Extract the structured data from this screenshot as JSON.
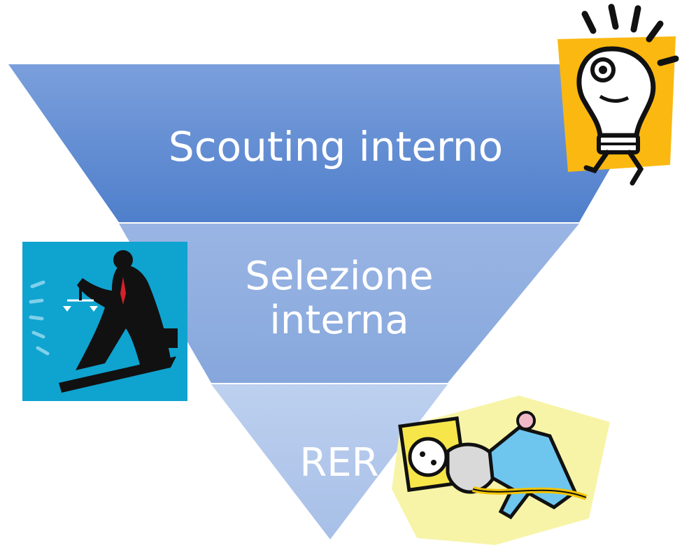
{
  "diagram": {
    "levels": [
      {
        "label": "Scouting interno",
        "color": "#5b86cf"
      },
      {
        "label": "Selezione interna",
        "line1": "Selezione",
        "line2": "interna",
        "color": "#8cabdf"
      },
      {
        "label": "RER",
        "color": "#b6c9ea"
      }
    ]
  },
  "clipart": {
    "lightbulb": "lightbulb-character-icon",
    "justice": "businessman-scales-icon",
    "plug": "person-unplugging-plug-icon"
  },
  "colors": {
    "bulb_bg": "#fbb810",
    "justice_bg": "#0fa3d0",
    "plug_bg": "#f7f4a8",
    "ink": "#111111"
  }
}
